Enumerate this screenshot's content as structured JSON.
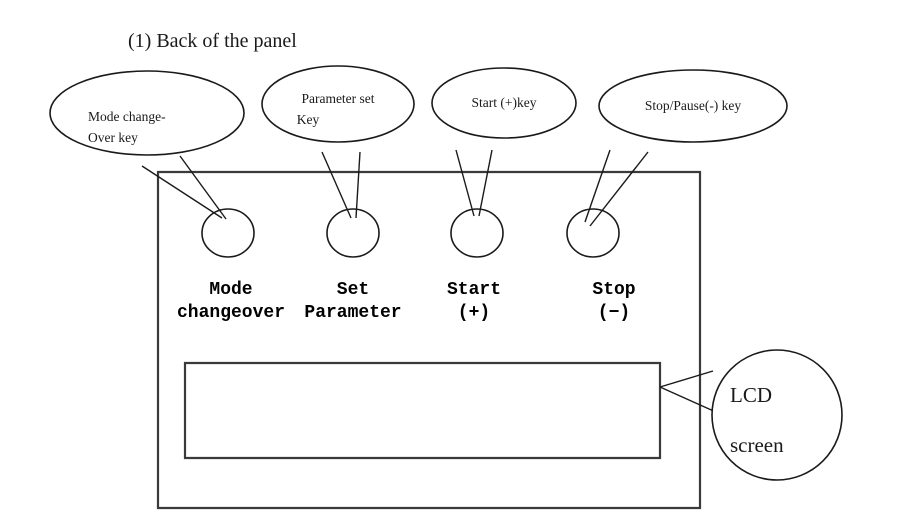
{
  "figure": {
    "title": "(1) Back of the panel",
    "line_color": "#1a1a1a",
    "panel_color": "#3a3a3a",
    "background": "#ffffff"
  },
  "callouts": [
    {
      "name": "mode-changeover-callout",
      "shape": "ellipse",
      "line1": "Mode change-",
      "line2": "Over key"
    },
    {
      "name": "parameter-set-callout",
      "shape": "ellipse",
      "line1": "Parameter set",
      "line2": "Key"
    },
    {
      "name": "start-key-callout",
      "shape": "ellipse",
      "line1": "Start (+)key",
      "line2": ""
    },
    {
      "name": "stop-pause-callout",
      "shape": "ellipse",
      "line1": "Stop/Pause(-) key",
      "line2": ""
    }
  ],
  "lcd_callout": {
    "name": "lcd-screen-callout",
    "shape": "circle",
    "line1": "LCD",
    "line2": "screen"
  },
  "buttons": [
    {
      "name": "mode-changeover-button",
      "line1": "Mode",
      "line2": "changeover"
    },
    {
      "name": "set-parameter-button",
      "line1": "Set",
      "line2": "Parameter"
    },
    {
      "name": "start-button",
      "line1": "Start",
      "line2": "(+)"
    },
    {
      "name": "stop-button",
      "line1": "Stop",
      "line2": "(−)"
    }
  ],
  "panel": {
    "name": "device-panel",
    "lcd_screen_name": "lcd-screen-area"
  }
}
